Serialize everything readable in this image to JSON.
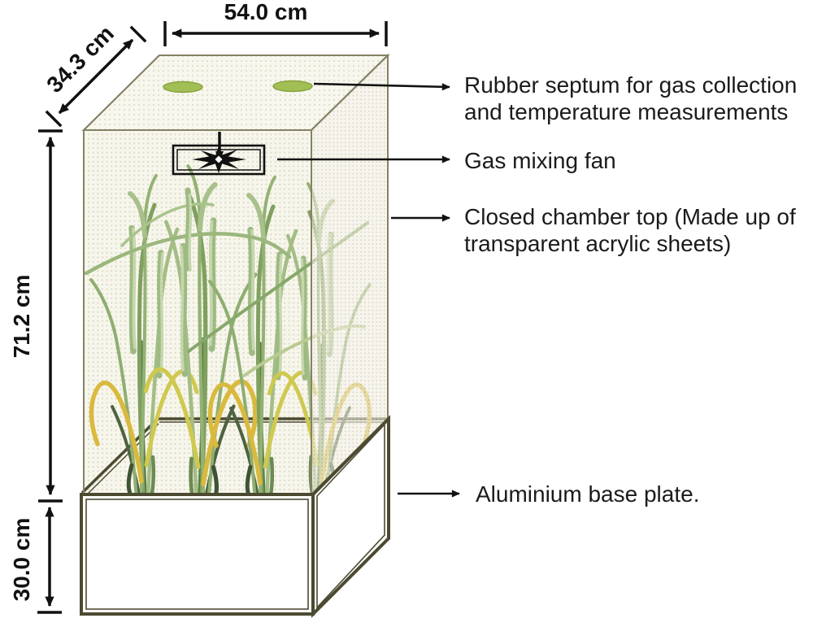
{
  "figure": {
    "type": "closed-chamber-apparatus-diagram",
    "dimensions": {
      "top_width": "54.0 cm",
      "top_depth": "34.3 cm",
      "chamber_height": "71.2 cm",
      "base_height": "30.0 cm"
    },
    "annotations": {
      "septum": {
        "line1": "Rubber septum for gas collection",
        "line2": "and temperature measurements"
      },
      "fan": {
        "label": "Gas mixing fan"
      },
      "chamber_top": {
        "line1": "Closed chamber top (Made up of",
        "line2": "transparent acrylic sheets)"
      },
      "base_plate": {
        "label": "Aluminium base plate."
      }
    },
    "icons": [
      "rubber-septum-icon",
      "gas-mixing-fan-icon",
      "rice-plant"
    ],
    "colors": {
      "chamber_fill": "#f7f6ec",
      "chamber_outline": "#858266",
      "base_outline": "#4c4a31",
      "septum_green": "#a2bf55",
      "plant_green": "#8fae72",
      "plant_yellow": "#d9ba3e",
      "arrow_black": "#1b1b1b",
      "background": "#ffffff"
    }
  }
}
